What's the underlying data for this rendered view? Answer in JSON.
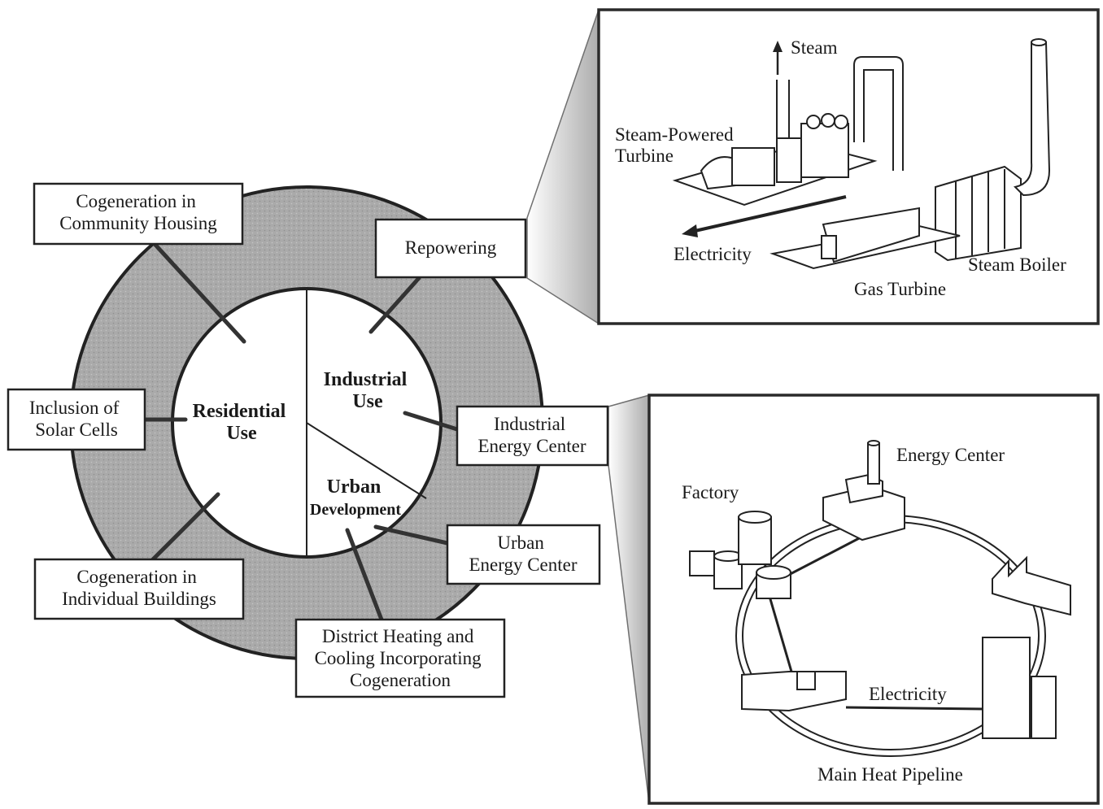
{
  "ring": {
    "sectors": {
      "residential": [
        "Residential",
        "Use"
      ],
      "industrial": [
        "Industrial",
        "Use"
      ],
      "urban": [
        "Urban",
        "Development"
      ]
    }
  },
  "boxes": {
    "community_housing": [
      "Cogeneration in",
      "Community Housing"
    ],
    "repowering": [
      "Repowering"
    ],
    "solar_cells": [
      "Inclusion of",
      "Solar Cells"
    ],
    "industrial_energy_center": [
      "Industrial",
      "Energy Center"
    ],
    "urban_energy_center": [
      "Urban",
      "Energy Center"
    ],
    "individual_buildings": [
      "Cogeneration in",
      "Individual Buildings"
    ],
    "district_heating": [
      "District Heating and",
      "Cooling Incorporating",
      "Cogeneration"
    ]
  },
  "repowering_detail": {
    "steam": "Steam",
    "steam_turbine": [
      "Steam-Powered",
      "Turbine"
    ],
    "electricity": "Electricity",
    "steam_boiler": "Steam Boiler",
    "gas_turbine": "Gas Turbine"
  },
  "energy_center_detail": {
    "energy_center": "Energy Center",
    "factory": "Factory",
    "electricity": "Electricity",
    "main_heat_pipeline": "Main Heat Pipeline"
  },
  "colors": {
    "ring_fill": "#a9a9a9",
    "ink": "#1a1a1a",
    "panel_border": "#2a2a2a"
  }
}
